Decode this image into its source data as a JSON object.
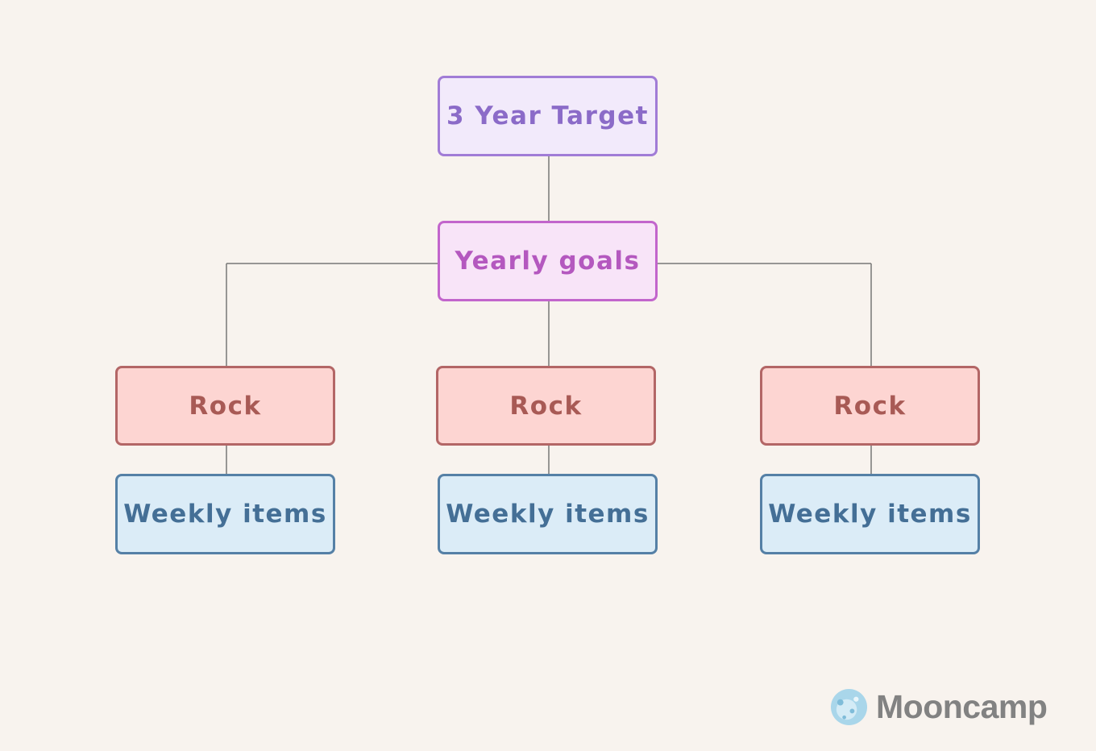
{
  "diagram": {
    "nodes": {
      "target": "3 Year Target",
      "yearly": "Yearly goals",
      "rocks": [
        "Rock",
        "Rock",
        "Rock"
      ],
      "weekly": [
        "Weekly items",
        "Weekly items",
        "Weekly items"
      ]
    },
    "edges": [
      [
        "3 Year Target",
        "Yearly goals"
      ],
      [
        "Yearly goals",
        "Rock 1"
      ],
      [
        "Yearly goals",
        "Rock 2"
      ],
      [
        "Yearly goals",
        "Rock 3"
      ],
      [
        "Rock 1",
        "Weekly items 1"
      ],
      [
        "Rock 2",
        "Weekly items 2"
      ],
      [
        "Rock 3",
        "Weekly items 3"
      ]
    ],
    "colors": {
      "background": "#f8f3ee",
      "target_fill": "#f2eafb",
      "target_border": "#a17cd6",
      "yearly_fill": "#f8e4f8",
      "yearly_border": "#c265cc",
      "rock_fill": "#fdd5d2",
      "rock_border": "#b36666",
      "weekly_fill": "#dbecf7",
      "weekly_border": "#5580a6",
      "connector": "#777777"
    }
  },
  "branding": {
    "logo_text": "Mooncamp",
    "logo_icon": "moon-icon"
  }
}
